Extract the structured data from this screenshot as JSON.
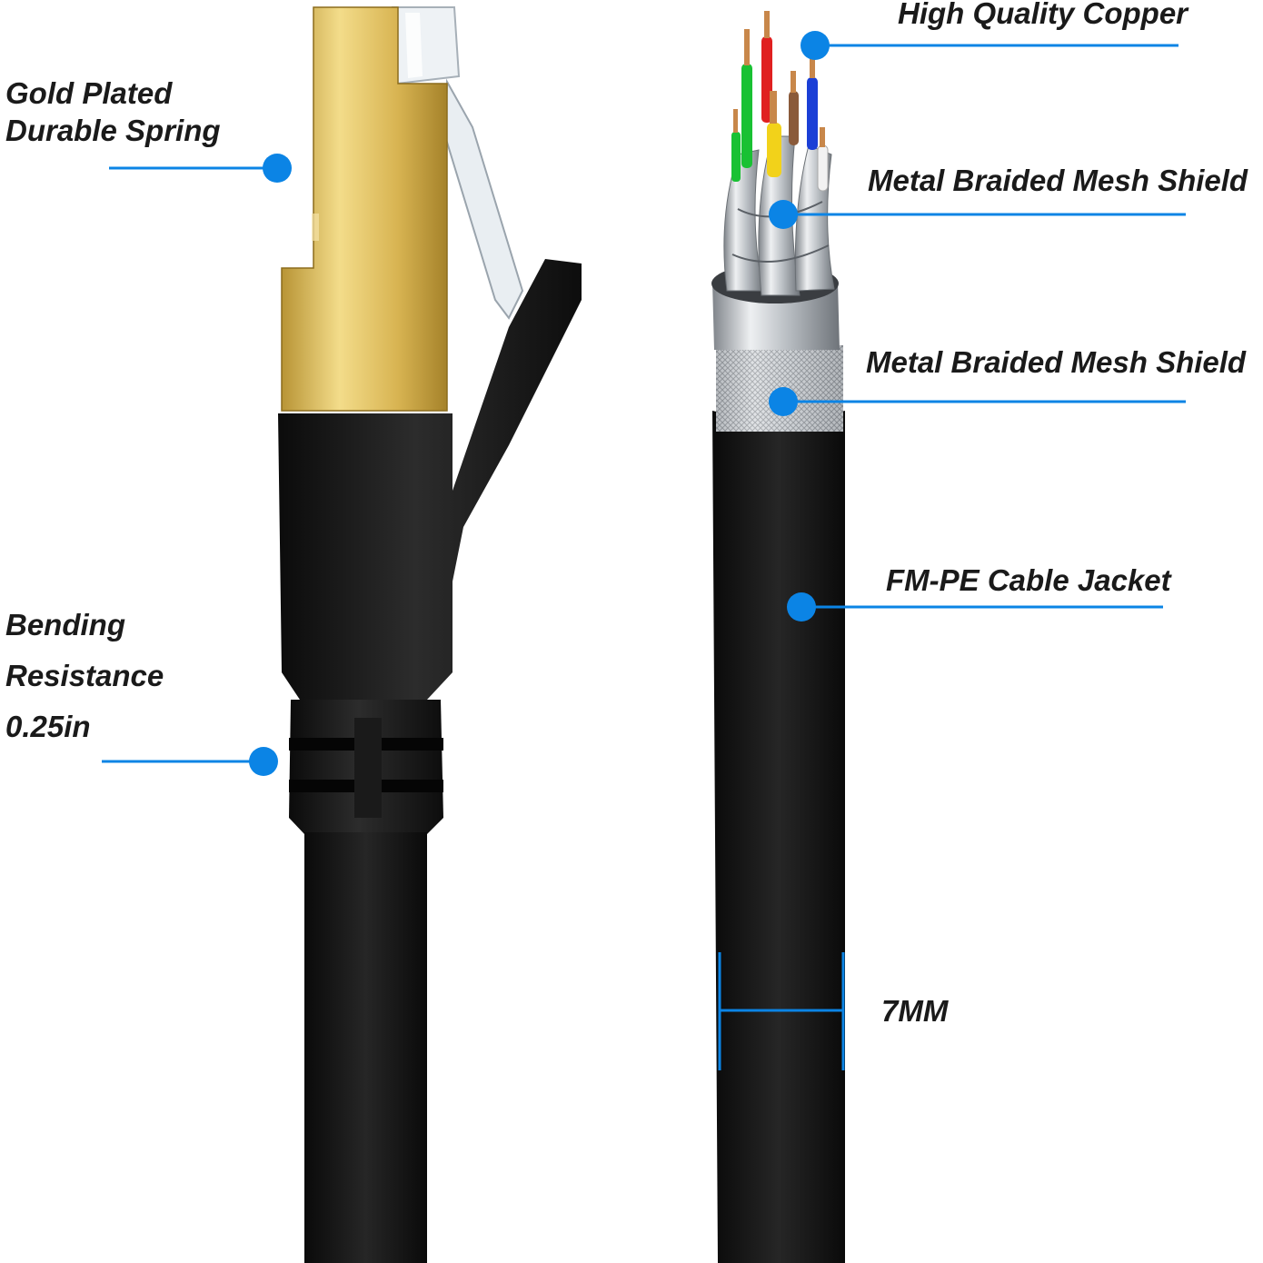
{
  "colors": {
    "accent": "#0b84e5",
    "text": "#1a1a1a",
    "gold": "#d9b65a",
    "jacket": "#141414",
    "shield": "#c9ccd0"
  },
  "callouts": {
    "gold_plated": {
      "line1": "Gold Plated",
      "line2": "Durable Spring",
      "icon": "callout-dot"
    },
    "bending": {
      "line1": "Bending",
      "line2": "Resistance",
      "line3": "0.25in",
      "icon": "callout-dot"
    },
    "copper": {
      "text": "High Quality Copper",
      "icon": "callout-dot"
    },
    "shield_inner": {
      "text": "Metal Braided Mesh Shield",
      "icon": "callout-dot"
    },
    "shield_outer": {
      "text": "Metal Braided Mesh Shield",
      "icon": "callout-dot"
    },
    "jacket": {
      "text": "FM-PE Cable Jacket",
      "icon": "callout-dot"
    },
    "diameter": {
      "text": "7MM",
      "icon": "dimension-bracket"
    }
  },
  "illustration": {
    "connector": "rj45-connector",
    "cable": "stripped-ethernet-cable",
    "wire_colors": [
      "#e02020",
      "#19c133",
      "#1b3fd6",
      "#f2d21a",
      "#8a5a3a",
      "#f2f2f2"
    ]
  }
}
